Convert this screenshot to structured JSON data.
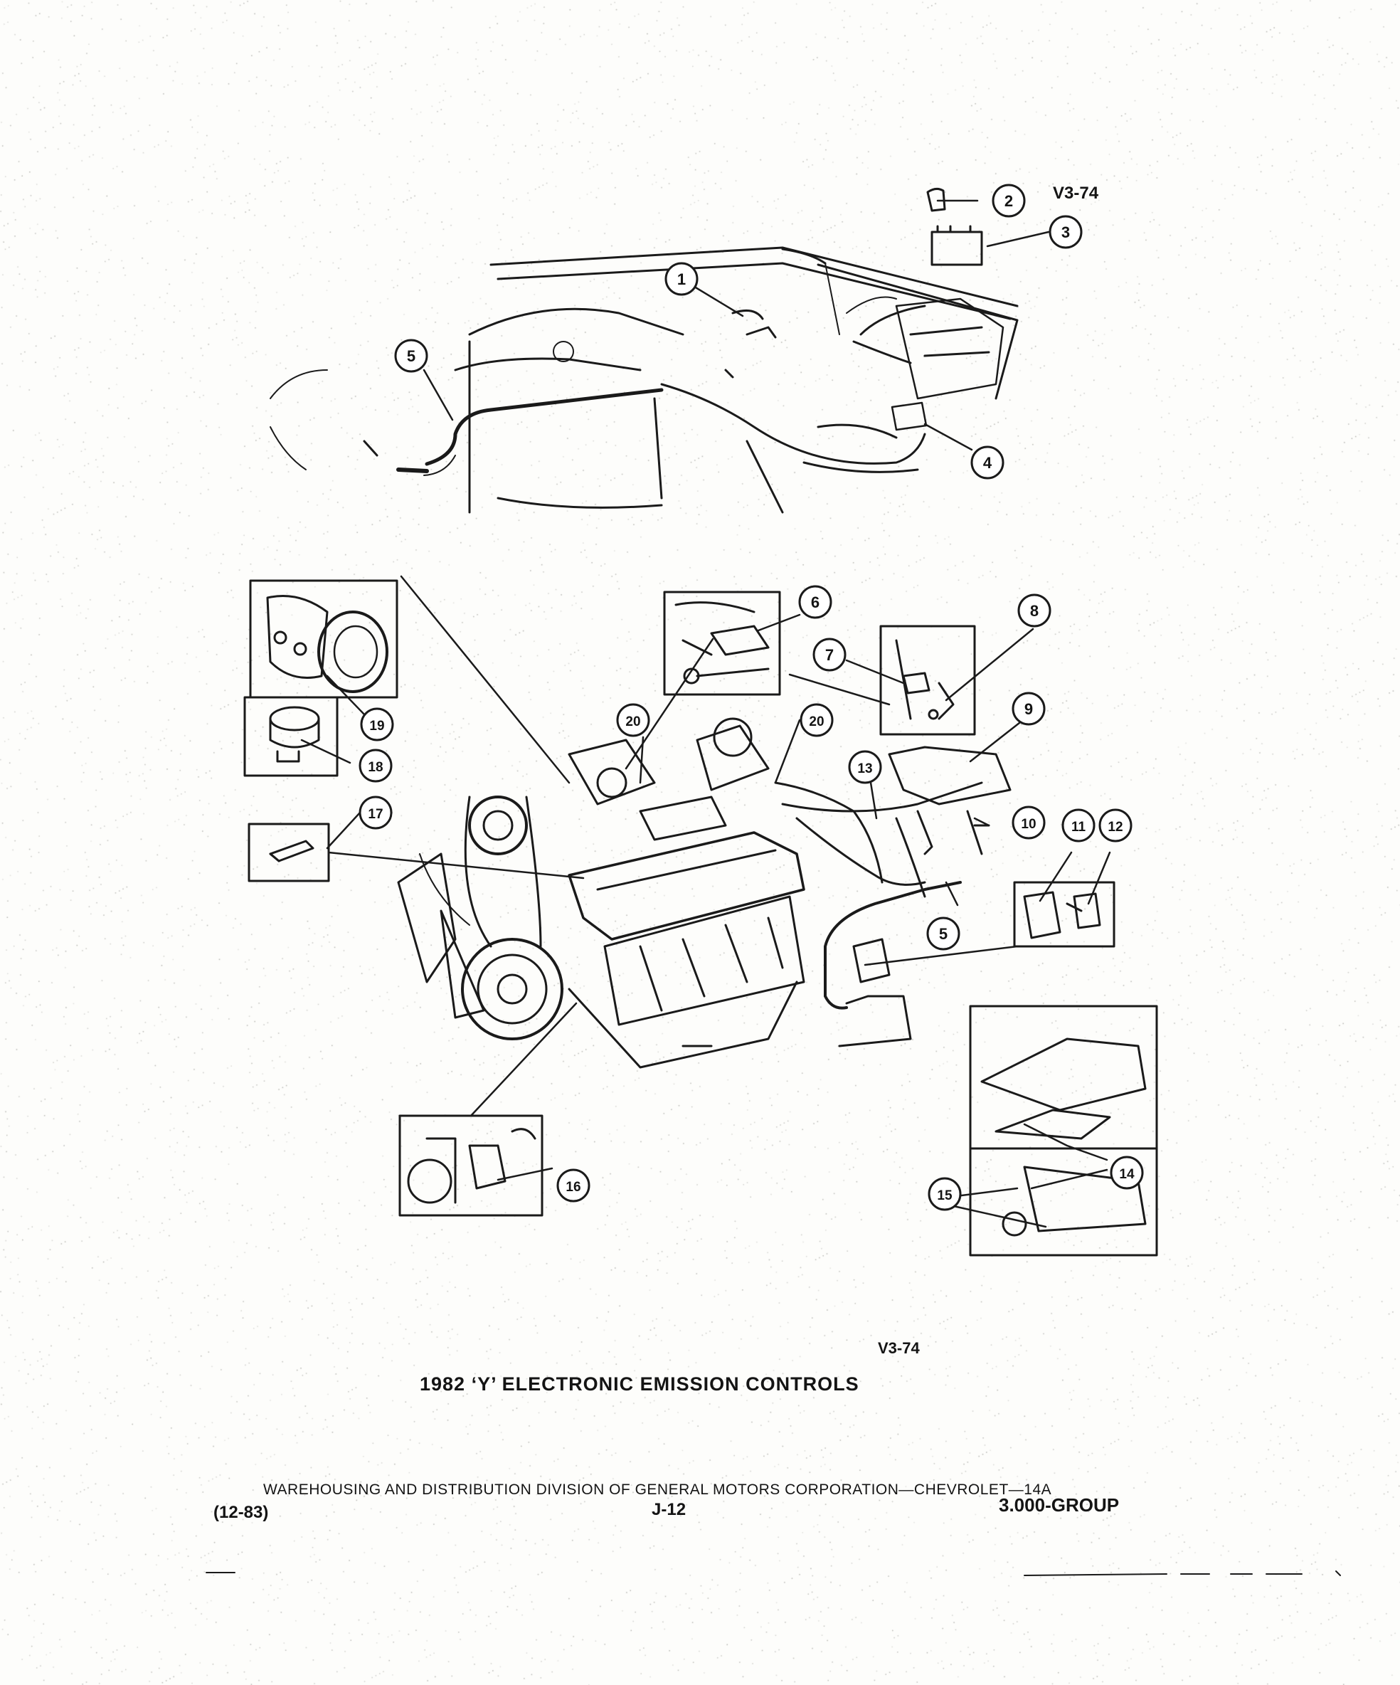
{
  "figure": {
    "code_top": "V3-74",
    "code_bottom": "V3-74",
    "title": "1982 ‘Y’ ELECTRONIC EMISSION CONTROLS"
  },
  "callouts": [
    "1",
    "2",
    "3",
    "4",
    "5",
    "5",
    "6",
    "7",
    "8",
    "9",
    "10",
    "11",
    "12",
    "13",
    "14",
    "15",
    "16",
    "17",
    "18",
    "19",
    "20",
    "20"
  ],
  "footer": {
    "division": "WAREHOUSING AND DISTRIBUTION DIVISION OF GENERAL MOTORS CORPORATION—CHEVROLET—14A",
    "date": "(12-83)",
    "page": "J-12",
    "group": "3.000-GROUP"
  },
  "colors": {
    "ink": "#141414",
    "paper": "#fdfdfb"
  }
}
